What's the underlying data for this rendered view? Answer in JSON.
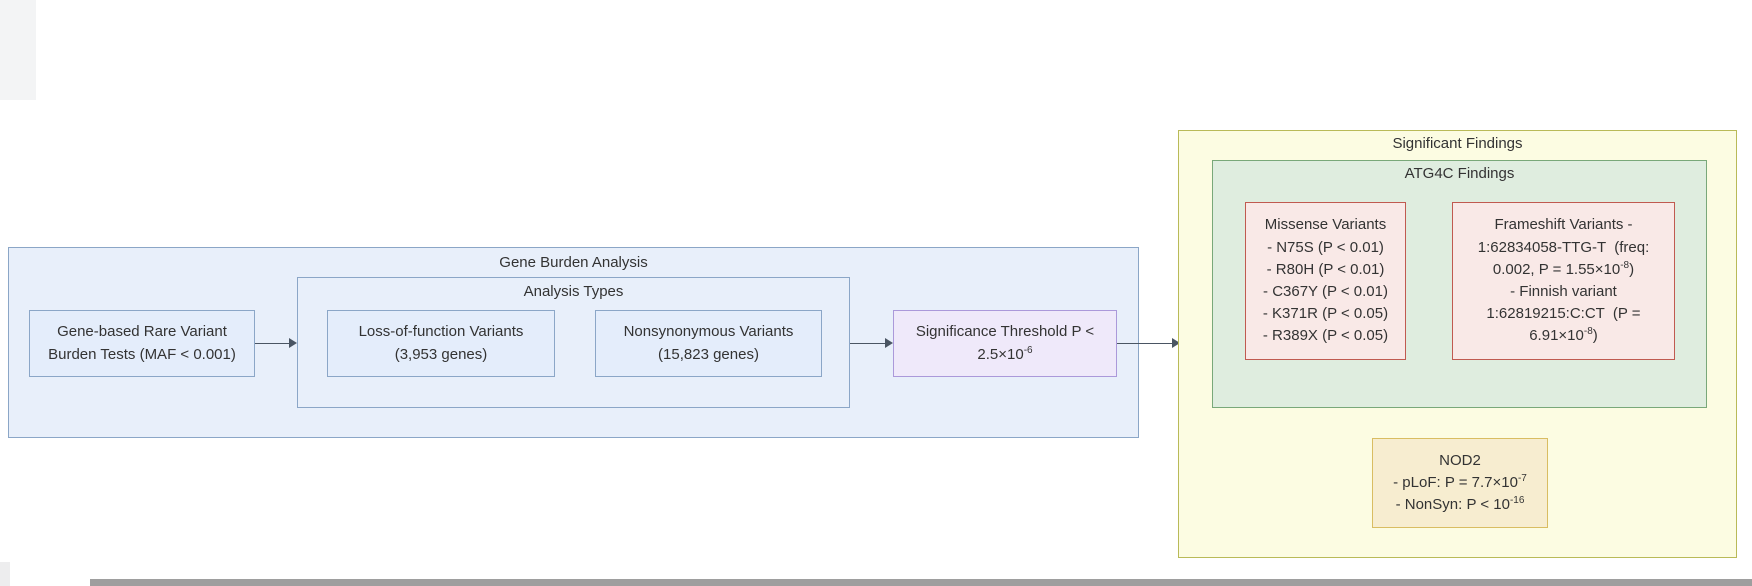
{
  "diagram": {
    "type": "flowchart",
    "text_color": "#333333",
    "edge_color": "#4a5563",
    "scrollbar_color": "#9e9e9e",
    "pipeline": {
      "title": "Gene Burden Analysis",
      "fill": "#e8effa",
      "stroke": "#8ba6c7",
      "gene_based_node": {
        "fill": "#e4edfb",
        "stroke": "#8ba6c7",
        "lines": [
          "Gene-based Rare Variant",
          "Burden Tests (MAF < 0.001)"
        ]
      },
      "analysis_types": {
        "title": "Analysis Types",
        "fill": "#e8effa",
        "stroke": "#8ba6c7",
        "lof_node": {
          "fill": "#e4edfb",
          "stroke": "#8ba6c7",
          "lines": [
            "Loss-of-function Variants",
            "(3,953 genes)"
          ]
        },
        "nonsyn_node": {
          "fill": "#e4edfb",
          "stroke": "#8ba6c7",
          "lines": [
            "Nonsynonymous Variants",
            "(15,823 genes)"
          ]
        }
      },
      "threshold_node": {
        "fill": "#efe9fa",
        "stroke": "#ab99da",
        "lines": [
          "Significance Threshold P <",
          {
            "pre": "2.5×10",
            "sup": "-6",
            "post": ""
          }
        ]
      }
    },
    "findings": {
      "title": "Significant Findings",
      "fill": "#fcfce2",
      "stroke": "#b9ba58",
      "atg4c": {
        "title": "ATG4C Findings",
        "fill": "#dfeddf",
        "stroke": "#79a879",
        "missense_node": {
          "fill": "#f9e9e7",
          "stroke": "#c05a50",
          "lines": [
            "Missense Variants",
            "- N75S (P < 0.01)",
            "- R80H (P < 0.01)",
            "- C367Y (P < 0.01)",
            "- K371R (P < 0.05)",
            "- R389X (P < 0.05)"
          ]
        },
        "frameshift_node": {
          "fill": "#f9e9e7",
          "stroke": "#c05a50",
          "lines": [
            "Frameshift Variants -",
            "1:62834058-TTG-T  (freq:",
            {
              "pre": "0.002, P = 1.55×10",
              "sup": "-8",
              "post": ")"
            },
            "- Finnish variant",
            "1:62819215:C:CT  (P =",
            {
              "pre": "6.91×10",
              "sup": "-8",
              "post": ")"
            }
          ]
        }
      },
      "nod2_node": {
        "fill": "#f7edd0",
        "stroke": "#d9bd62",
        "lines": [
          "NOD2",
          {
            "pre": "- pLoF: P = 7.7×10",
            "sup": "-7",
            "post": ""
          },
          {
            "pre": "- NonSyn: P < 10",
            "sup": "-16",
            "post": ""
          }
        ]
      }
    }
  }
}
